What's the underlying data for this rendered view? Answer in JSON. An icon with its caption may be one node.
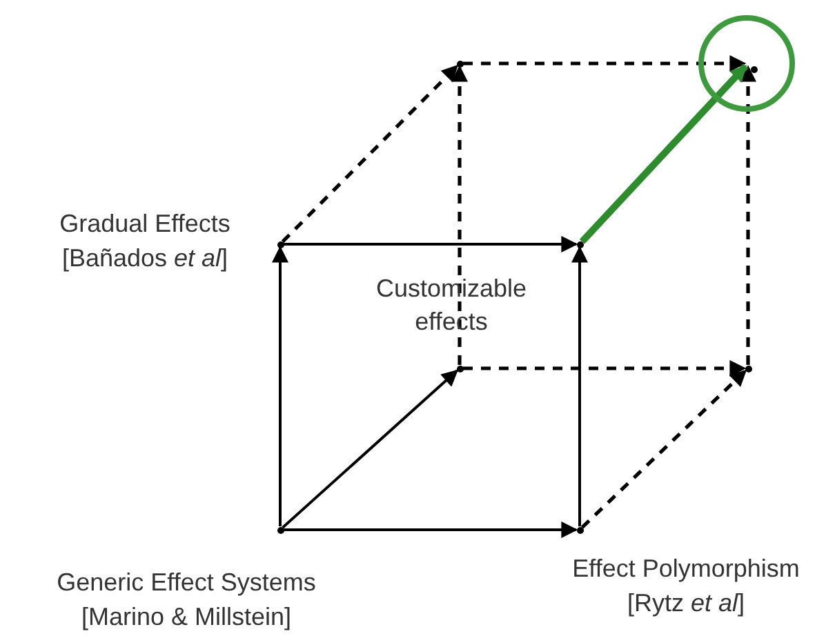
{
  "diagram": {
    "nodes": [
      {
        "text": [],
        "shape": "point"
      },
      {
        "text": [],
        "shape": "circle"
      },
      {
        "text": [],
        "shape": "point",
        "in": 1
      },
      {
        "text": [],
        "shape": "point",
        "beside": [
          "Gradual Effects",
          "[Bañados *et al*]"
        ]
      },
      {
        "text": [],
        "shape": "point"
      },
      {
        "text": [],
        "shape": "point"
      },
      {
        "text": [],
        "shape": "point"
      },
      {
        "text": [],
        "shape": "point",
        "beside": [
          "Generic Effect Systems",
          "[Marino & Millstein]"
        ]
      },
      {
        "text": [],
        "shape": "point",
        "beside": [
          "Effect Polymorphism",
          "[Rytz *et al*]"
        ]
      }
    ],
    "edges": [
      {
        "from": 3,
        "to": 4,
        "arrow": "to"
      },
      {
        "from": 7,
        "to": 3,
        "arrow": "to"
      },
      {
        "from": 8,
        "to": 4,
        "arrow": "to"
      },
      {
        "from": 7,
        "to": 8,
        "arrow": "to"
      },
      {
        "from": 7,
        "to": 5,
        "arrow": "to"
      },
      {
        "from": 5,
        "to": 6,
        "arrow": "to",
        "style": "dashed"
      },
      {
        "from": 8,
        "to": 6,
        "arrow": "to",
        "style": "dashed"
      },
      {
        "from": 3,
        "to": 0,
        "arrow": "to",
        "style": "dashed"
      },
      {
        "from": 5,
        "to": 0,
        "arrow": "to",
        "style": "dashed"
      },
      {
        "from": 0,
        "to": 2,
        "arrow": "to",
        "style": "dashed"
      },
      {
        "from": 6,
        "to": 2,
        "arrow": "to",
        "style": "dashed"
      },
      {
        "from": 4,
        "to": 2,
        "arrow": "to",
        "style": "thick",
        "color": "#2e8b2e"
      }
    ],
    "labels": [
      "Customizable effects"
    ]
  }
}
